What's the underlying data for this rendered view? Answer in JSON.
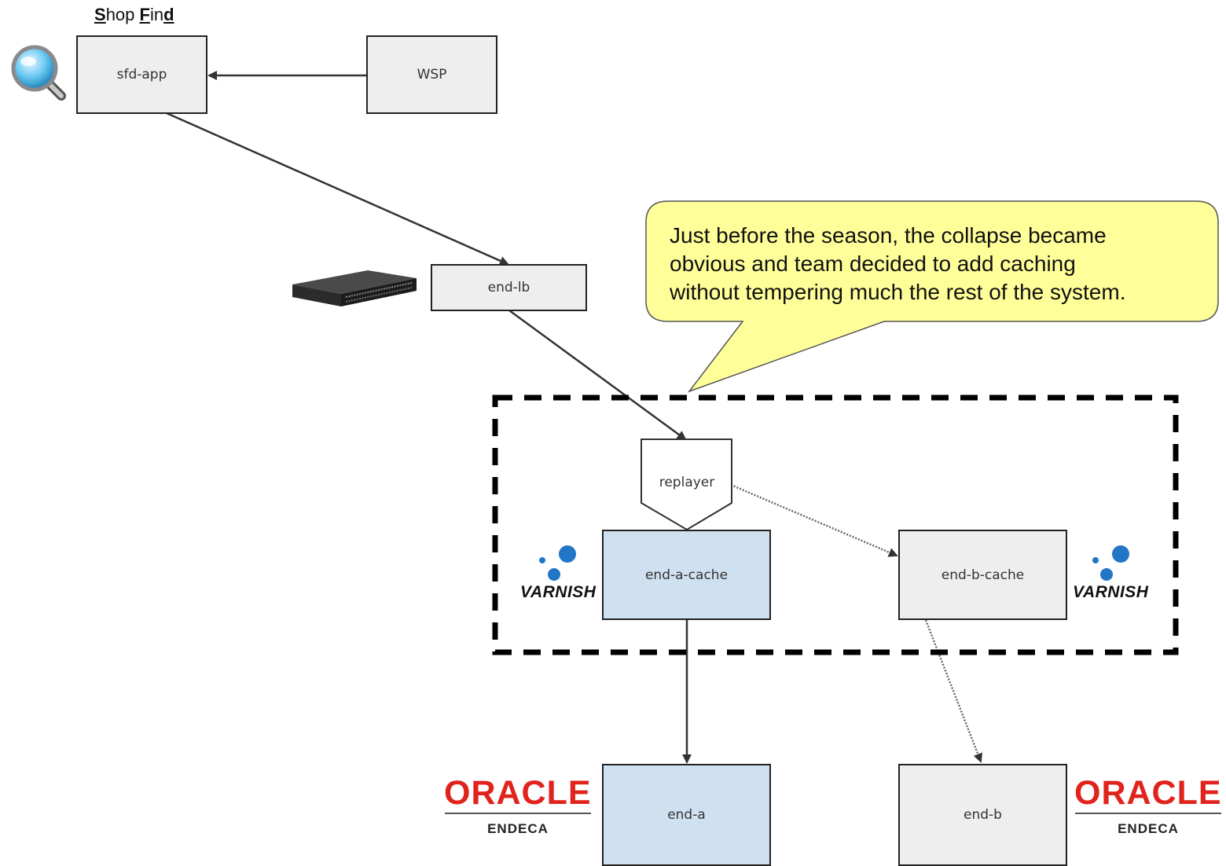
{
  "title": {
    "s": "S",
    "hop": "hop ",
    "f": "F",
    "in": "in",
    "d": "d"
  },
  "callout": {
    "line1": "Just before the season, the collapse became",
    "line2": "obvious and team decided to add caching",
    "line3": "without tempering much the rest of the system."
  },
  "nodes": {
    "sfd_app": "sfd-app",
    "wsp": "WSP",
    "end_lb": "end-lb",
    "replayer": "replayer",
    "end_a_cache": "end-a-cache",
    "end_b_cache": "end-b-cache",
    "end_a": "end-a",
    "end_b": "end-b"
  },
  "logos": {
    "varnish": "VARNISH",
    "oracle": "ORACLE",
    "endeca": "ENDECA"
  },
  "colors": {
    "node_gray": "#eeeeee",
    "node_blue": "#cfe0f1",
    "callout_fill": "#ffff99",
    "varnish_blue": "#2176c7",
    "oracle_red": "#e0231c"
  }
}
